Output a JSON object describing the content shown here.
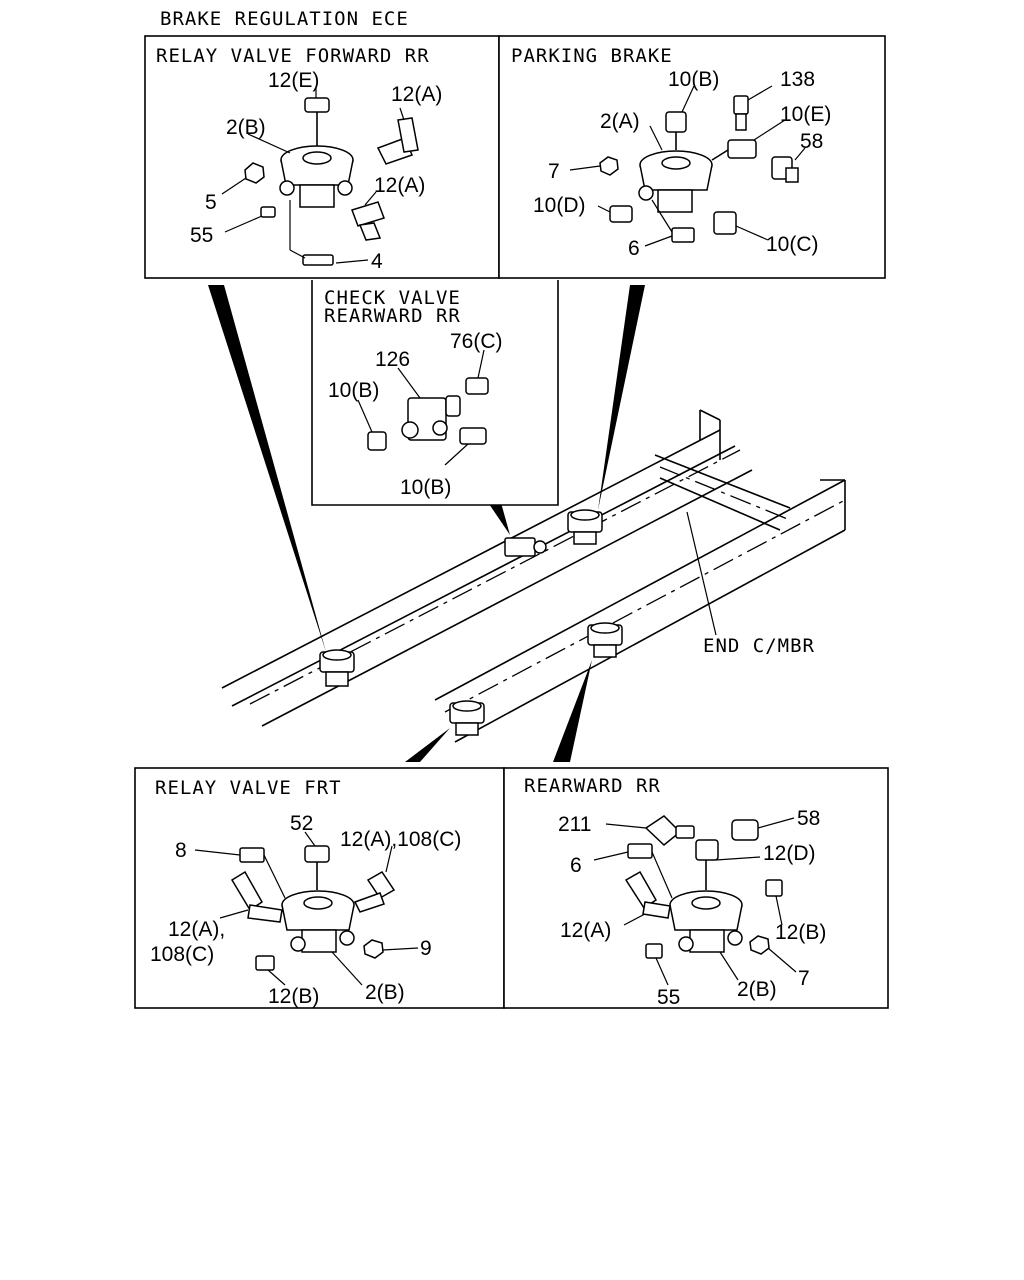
{
  "title": "BRAKE REGULATION ECE",
  "panels": {
    "relay_forward": {
      "title": "RELAY VALVE FORWARD RR",
      "labels": [
        "12(E)",
        "12(A)",
        "2(B)",
        "12(A)",
        "5",
        "55",
        "4"
      ]
    },
    "parking": {
      "title": "PARKING BRAKE",
      "labels": [
        "10(B)",
        "138",
        "2(A)",
        "10(E)",
        "58",
        "7",
        "10(D)",
        "6",
        "10(C)"
      ]
    },
    "check": {
      "title_line1": "CHECK VALVE",
      "title_line2": "REARWARD RR",
      "labels": [
        "126",
        "76(C)",
        "10(B)",
        "10(B)"
      ]
    },
    "relay_front": {
      "title": "RELAY VALVE FRT",
      "labels": [
        "52",
        "8",
        "12(A),108(C)",
        "12(A),",
        "108(C)",
        "9",
        "12(B)",
        "2(B)"
      ]
    },
    "rearward": {
      "title": "REARWARD RR",
      "labels": [
        "211",
        "58",
        "6",
        "12(D)",
        "12(A)",
        "12(B)",
        "7",
        "55",
        "2(B)"
      ]
    }
  },
  "frame": {
    "label": "END C/MBR"
  }
}
